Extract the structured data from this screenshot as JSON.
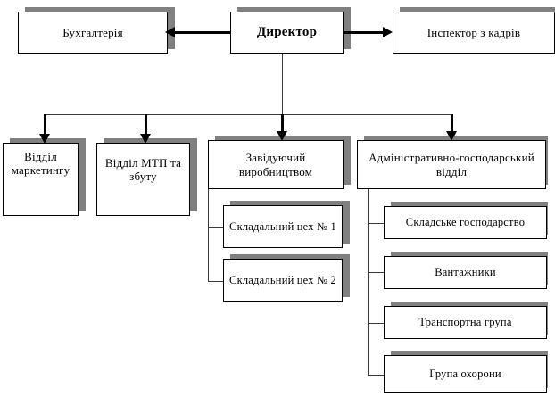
{
  "diagram": {
    "title": "Organizational structure chart",
    "colors": {
      "box_fill": "#ffffff",
      "box_border": "#000000",
      "shadow": "#808080",
      "connector": "#3a3a3a",
      "arrow": "#000000",
      "text": "#000000"
    },
    "nodes": {
      "accounting": "Бухгалтерія",
      "director": "Директор",
      "hr_inspector": "Інспектор з кадрів",
      "marketing": "Відділ маркетингу",
      "mtp_sales": "Відділ МТП та збуту",
      "production_manager": "Завідуючий виробництвом",
      "admin_economic": "Адміністративно-господарський відділ",
      "assembly_shop_1": "Складальний цех № 1",
      "assembly_shop_2": "Складальний цех № 2",
      "warehouse": "Складське господарство",
      "loaders": "Вантажники",
      "transport_group": "Транспортна група",
      "security_group": "Група охорони"
    }
  }
}
